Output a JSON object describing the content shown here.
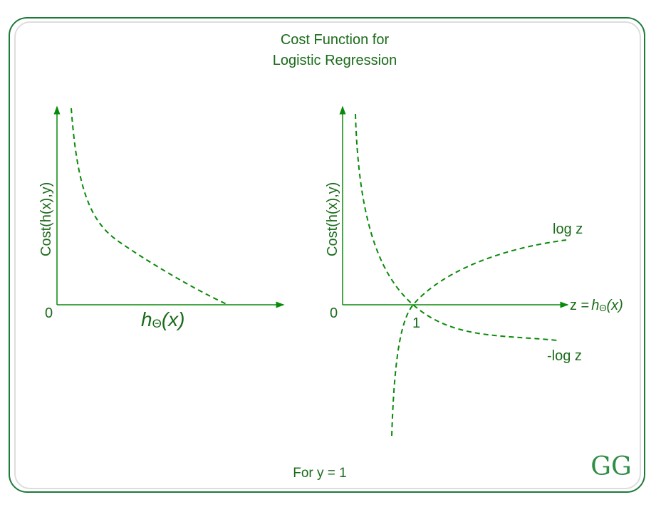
{
  "title_line1": "Cost Function for",
  "title_line2": "Logistic Regression",
  "left_plot": {
    "ylabel": "Cost(h(x),y)",
    "origin": "0",
    "xlabel_h": "h",
    "xlabel_sub": "Θ",
    "xlabel_arg": "(x)"
  },
  "right_plot": {
    "ylabel": "Cost(h(x),y)",
    "origin": "0",
    "tick_one": "1",
    "xlabel_prefix": "z =",
    "xlabel_h": "h",
    "xlabel_sub": "Θ",
    "xlabel_arg": "(x)",
    "curve_log": "log z",
    "curve_neglog": "-log z"
  },
  "footer": "For y = 1",
  "logo": "GG",
  "colors": {
    "text": "#1a6b1a",
    "line": "#0a8a0a",
    "border": "#1e7a3a"
  }
}
